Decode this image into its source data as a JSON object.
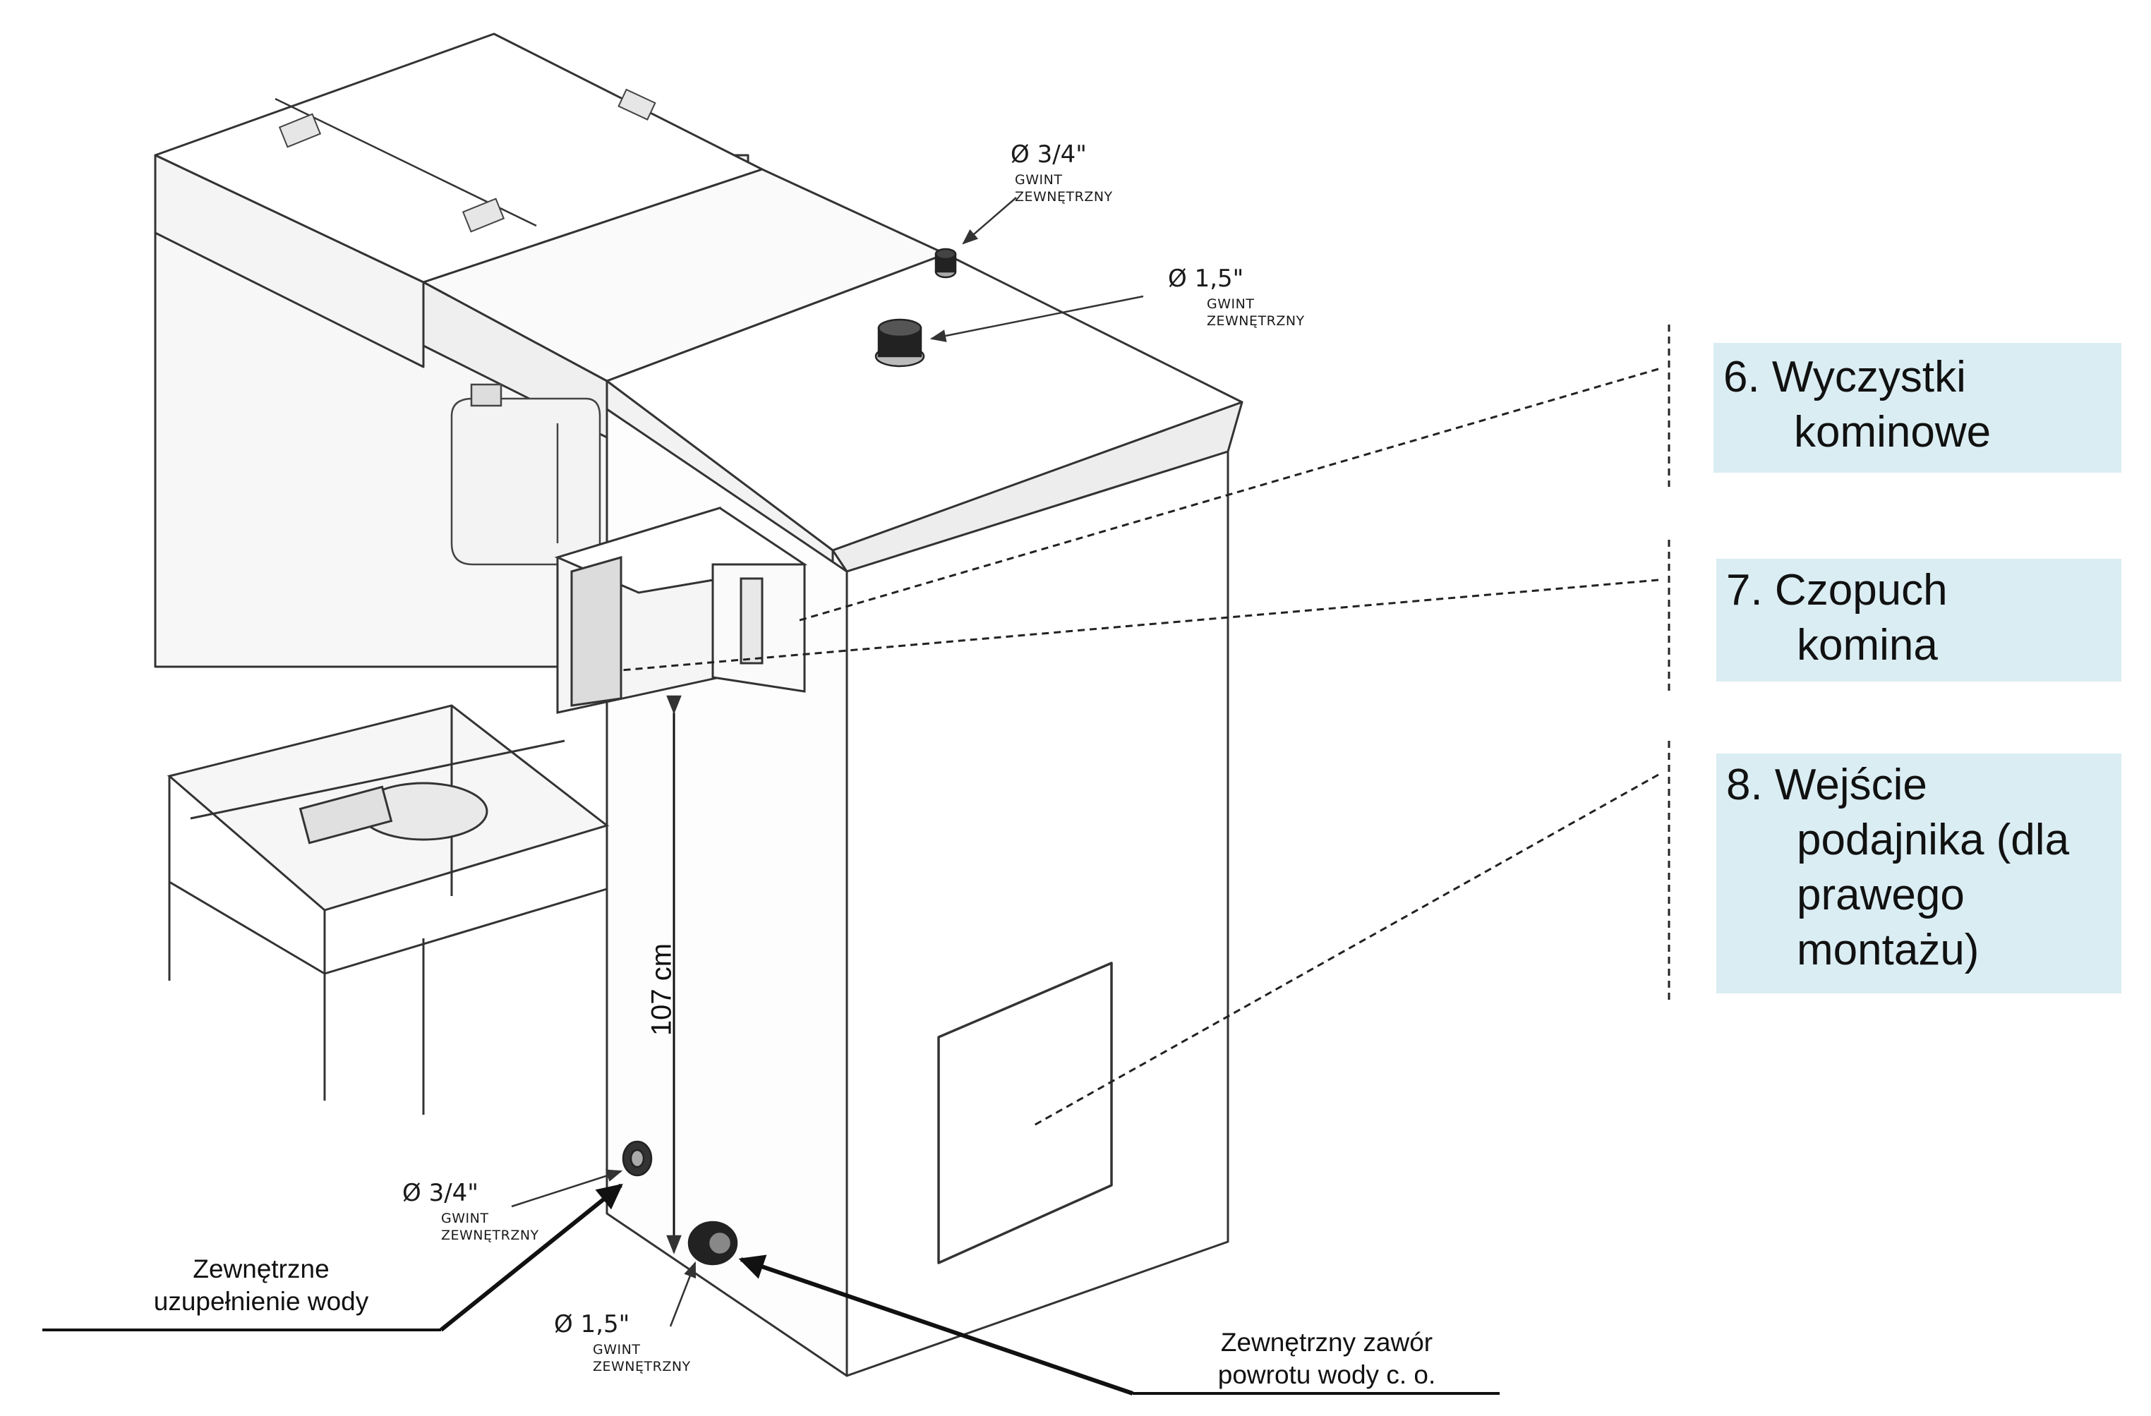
{
  "labels": {
    "top_34": {
      "diameter": "Ø 3/4\"",
      "line1": "GWINT",
      "line2": "ZEWNĘTRZNY"
    },
    "top_15": {
      "diameter": "Ø 1,5\"",
      "line1": "GWINT",
      "line2": "ZEWNĘTRZNY"
    },
    "bottom_34": {
      "diameter": "Ø 3/4\"",
      "line1": "GWINT",
      "line2": "ZEWNĘTRZNY"
    },
    "bottom_15": {
      "diameter": "Ø 1,5\"",
      "line1": "GWINT",
      "line2": "ZEWNĘTRZNY"
    }
  },
  "dimension": {
    "height": "107 cm"
  },
  "callouts": [
    {
      "lines": [
        "6. Wyczystki",
        "kominowe"
      ]
    },
    {
      "lines": [
        "7. Czopuch",
        "komina"
      ]
    },
    {
      "lines": [
        "8. Wejście",
        "podajnika (dla",
        "prawego",
        "montażu)"
      ]
    }
  ],
  "notes": {
    "water_fill": [
      "Zewnętrzne",
      "uzupełnienie wody"
    ],
    "return_valve": [
      "Zewnętrzny zawór",
      "powrotu wody c. o."
    ]
  },
  "colors": {
    "callout_bg": "#daedf3",
    "line": "#2a2a2a"
  }
}
